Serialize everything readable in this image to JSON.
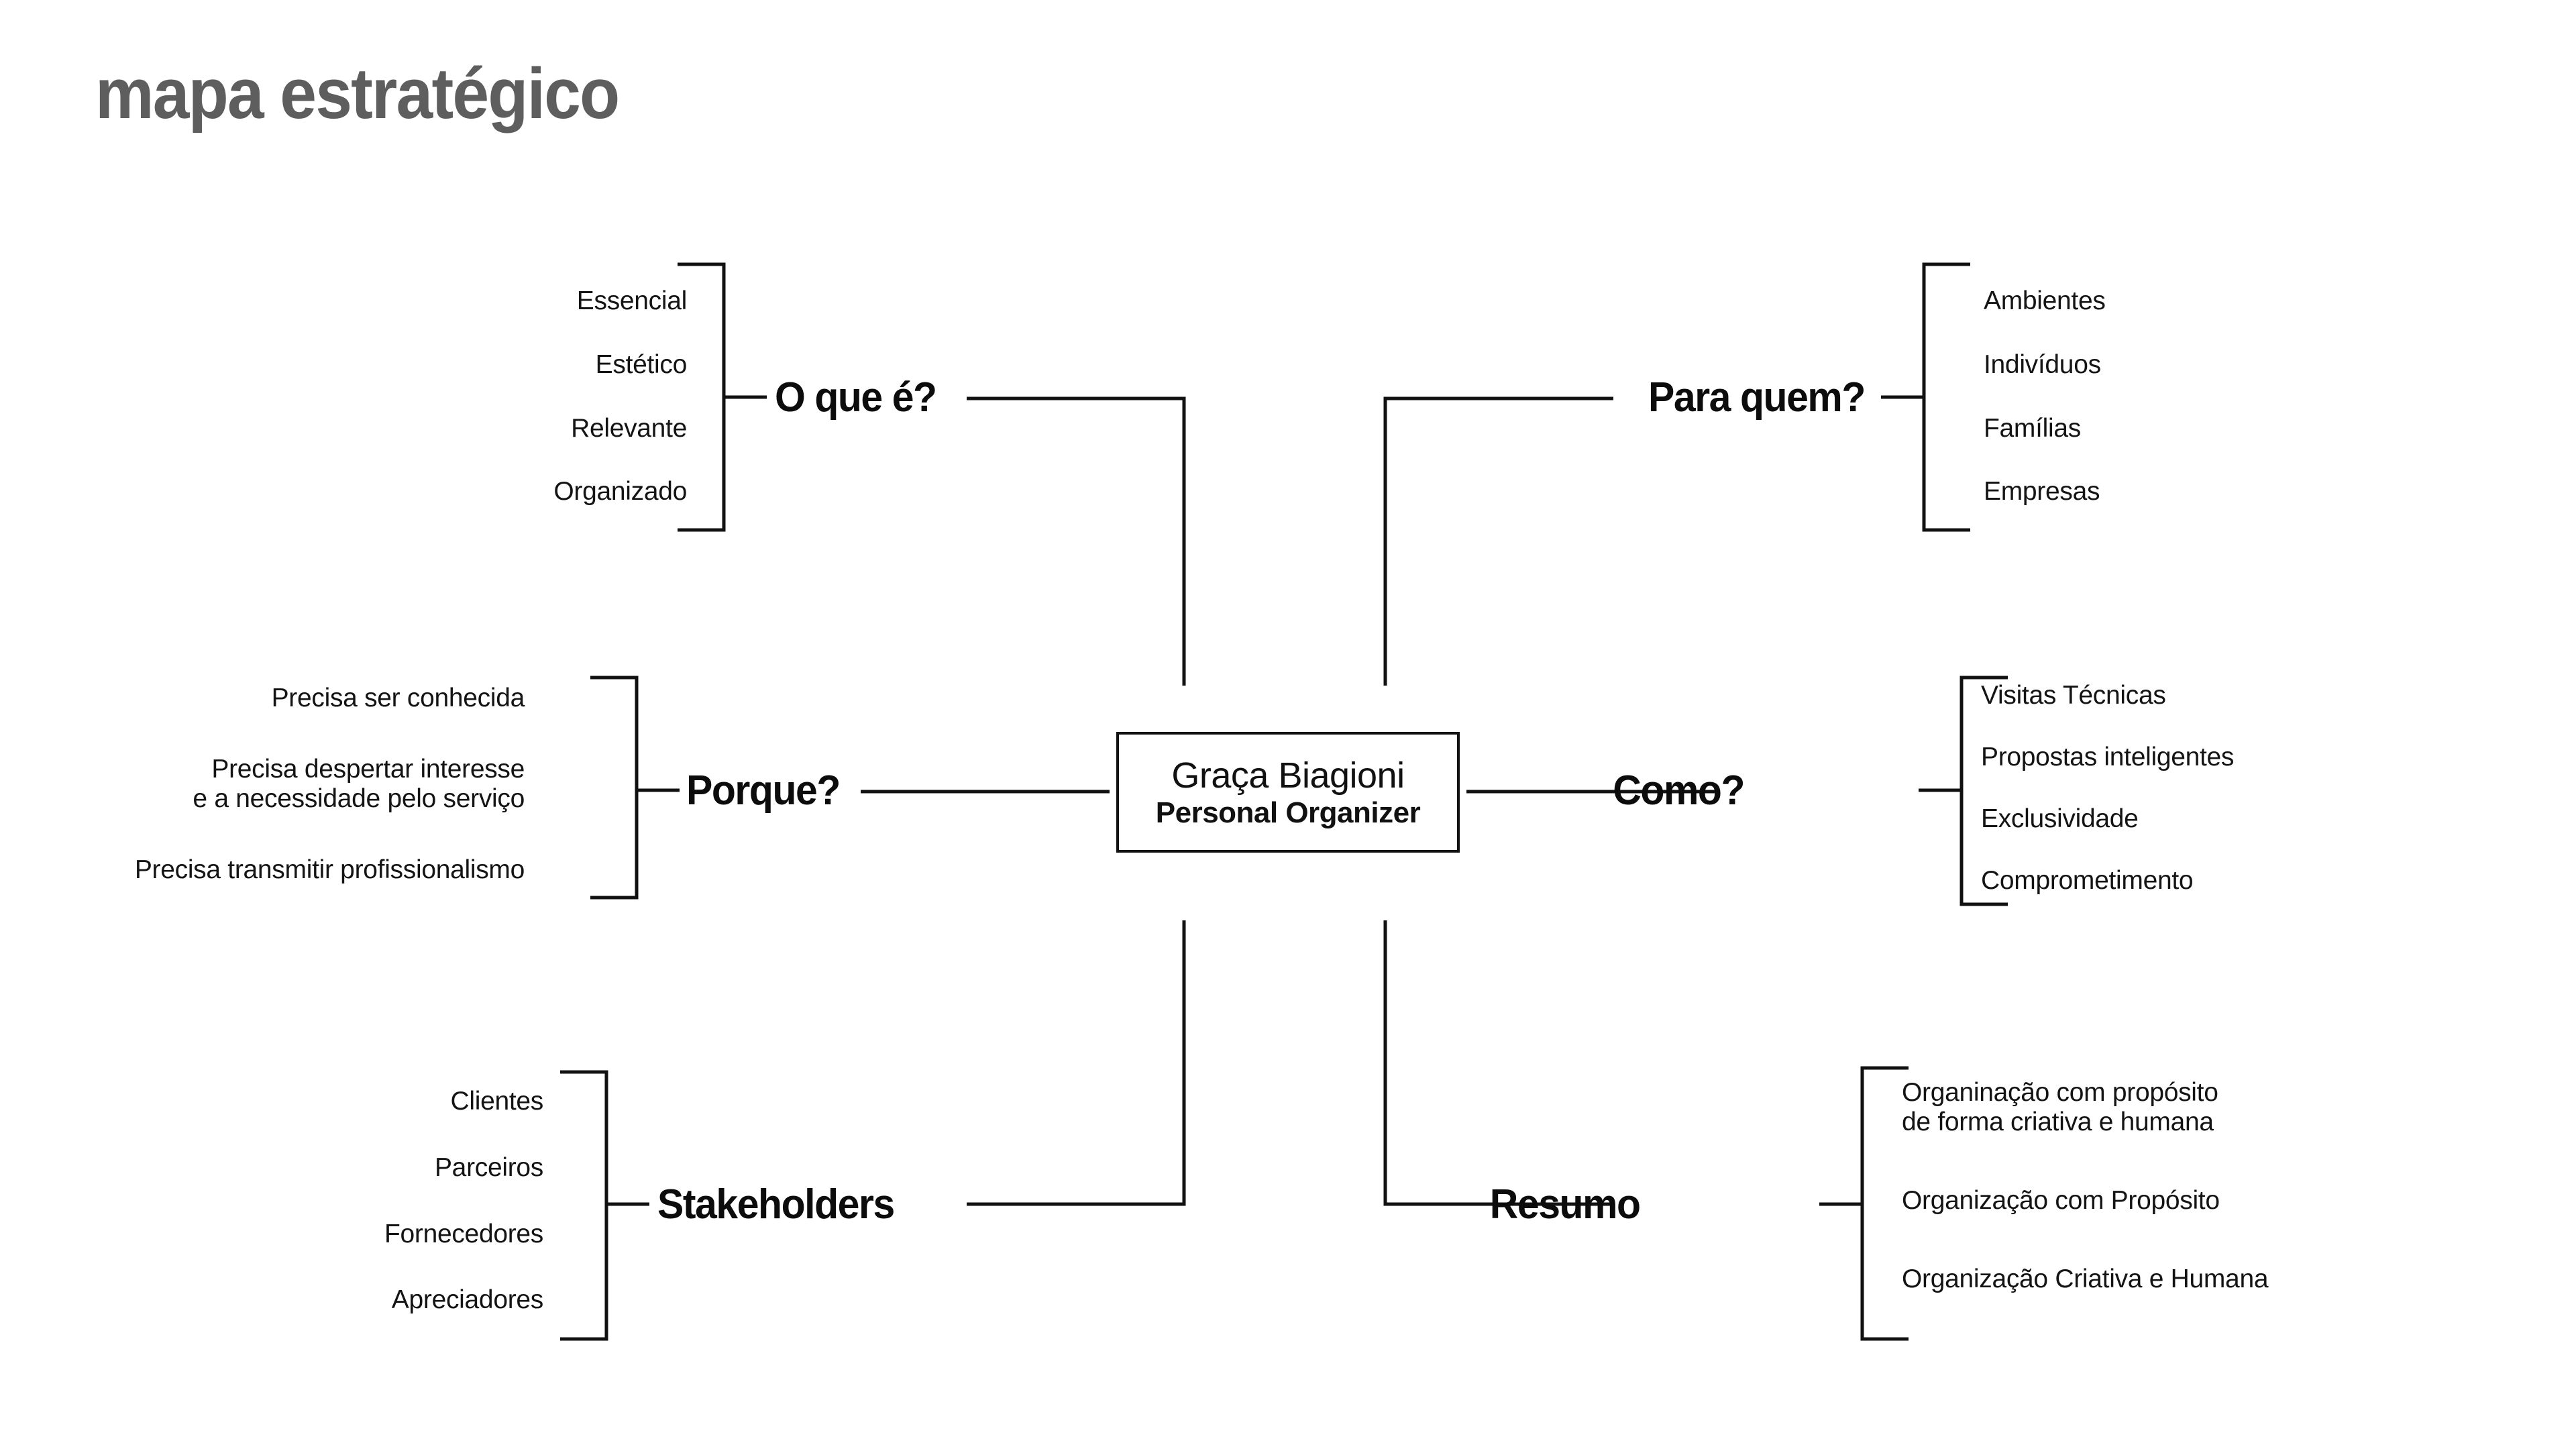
{
  "title": "mapa estratégico",
  "center": {
    "name": "Graça Biagioni",
    "role": "Personal Organizer"
  },
  "branches": [
    {
      "id": "o-que-e",
      "label": "O que é?",
      "side": "left",
      "items": [
        "Essencial",
        "Estético",
        "Relevante",
        "Organizado"
      ]
    },
    {
      "id": "para-quem",
      "label": "Para quem?",
      "side": "right",
      "items": [
        "Ambientes",
        "Indivíduos",
        "Famílias",
        "Empresas"
      ]
    },
    {
      "id": "porque",
      "label": "Porque?",
      "side": "left",
      "items": [
        "Precisa ser conhecida",
        "Precisa despertar interesse\ne a necessidade pelo serviço",
        "Precisa transmitir profissionalismo"
      ]
    },
    {
      "id": "como",
      "label": "Como?",
      "side": "right",
      "items": [
        "Visitas Técnicas",
        "Propostas inteligentes",
        "Exclusividade",
        "Comprometimento"
      ]
    },
    {
      "id": "stakeholders",
      "label": "Stakeholders",
      "side": "left",
      "items": [
        "Clientes",
        "Parceiros",
        "Fornecedores",
        "Apreciadores"
      ]
    },
    {
      "id": "resumo",
      "label": "Resumo",
      "side": "right",
      "items": [
        "Organinação com propósito\nde forma criativa e humana",
        "Organização com Propósito",
        "Organização Criativa e Humana"
      ]
    }
  ],
  "colors": {
    "background": "#ffffff",
    "title": "#5e5e5e",
    "ink": "#111111",
    "line": "#111111"
  }
}
